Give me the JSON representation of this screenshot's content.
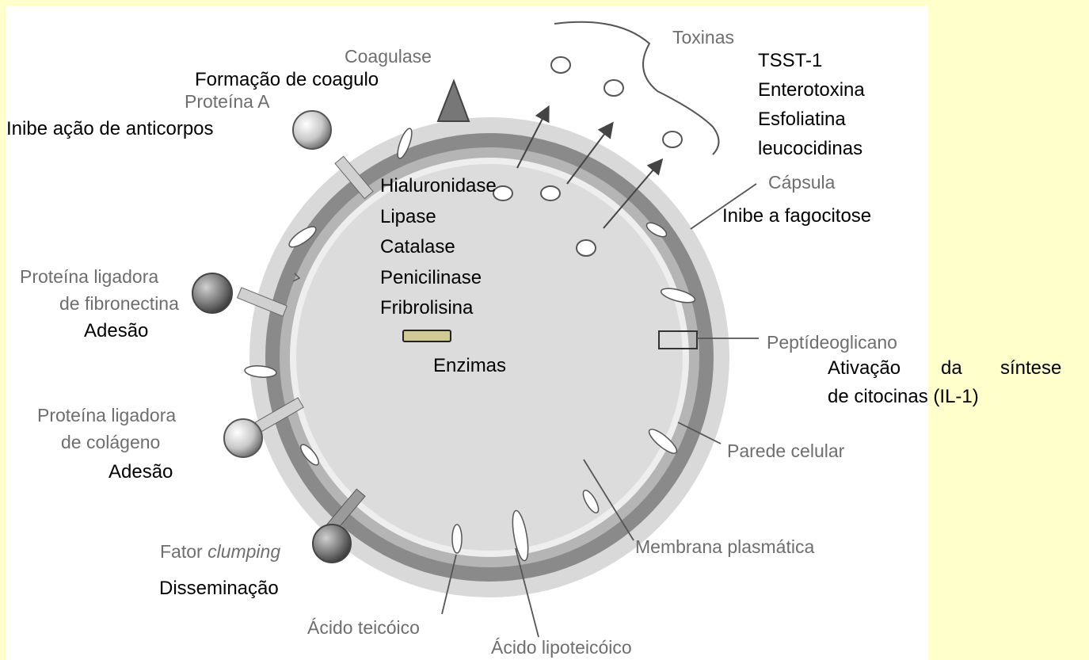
{
  "labels": {
    "coagulase": "Coagulase",
    "formacao_coagulo": "Formação de coagulo",
    "proteina_a": "Proteína A",
    "inibe_anticorpos": "Inibe ação de anticorpos",
    "toxinas": "Toxinas",
    "toxin_list": [
      "TSST-1",
      "Enterotoxina",
      "Esfoliatina",
      "leucocidinas"
    ],
    "capsula": "Cápsula",
    "inibe_fagocitose": "Inibe a fagocitose",
    "enzyme_list": [
      "Hialuronidase",
      "Lipase",
      "Catalase",
      "Penicilinase",
      "Fribrolisina"
    ],
    "enzimas": "Enzimas",
    "proteina_fibronectina_1": "Proteína ligadora",
    "proteina_fibronectina_2": "de fibronectina",
    "adesao_1": "Adesão",
    "peptideoglicano": "Peptídeoglicano",
    "ativacao_1_words": [
      "Ativação",
      "da",
      "síntese"
    ],
    "ativacao_2": "de citocinas (IL-1)",
    "proteina_colageno_1": "Proteína ligadora",
    "proteina_colageno_2": "de colágeno",
    "adesao_2": "Adesão",
    "parede_celular": "Parede celular",
    "fator_prefix": "Fator ",
    "fator_italic": "clumping",
    "disseminacao": "Disseminação",
    "membrana": "Membrana plasmática",
    "acido_teicoico": "Ácido teicóico",
    "acido_lipoteicoico": "Ácido lipoteicóico"
  },
  "colors": {
    "page_background": "#ffffcc",
    "figure_background": "#ffffff",
    "capsule": "#d9d9d9",
    "cell_wall": "#8a8a8a",
    "membrane": "#b5b5b5",
    "cytoplasm": "#dcdcdc",
    "enzyme_marker": "#cfca94"
  }
}
